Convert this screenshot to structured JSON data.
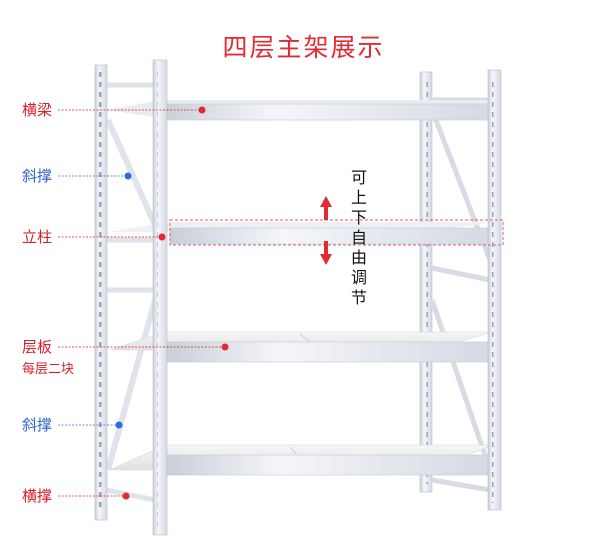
{
  "title": "四层主架展示",
  "labels": {
    "beam": "横梁",
    "brace_top": "斜撑",
    "column": "立柱",
    "shelf_board": "层板",
    "shelf_board_note": "每层二块",
    "brace_bottom": "斜撑",
    "cross_brace": "横撑"
  },
  "adjust_text": [
    "可",
    "上",
    "下",
    "自",
    "由",
    "调",
    "节"
  ],
  "colors": {
    "title": "#e02b33",
    "label_red": "#d8202a",
    "label_blue": "#3366cc",
    "frame": "#e6e9ef",
    "board": "#eeeeee"
  }
}
